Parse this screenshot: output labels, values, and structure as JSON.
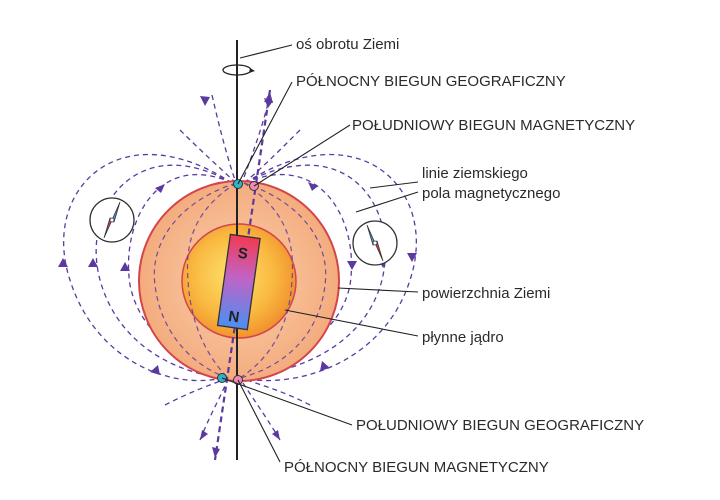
{
  "labels": {
    "rotation_axis": "oś obrotu Ziemi",
    "north_geographic": "PÓŁNOCNY BIEGUN GEOGRAFICZNY",
    "south_magnetic": "POŁUDNIOWY BIEGUN MAGNETYCZNY",
    "field_lines_1": "linie ziemskiego",
    "field_lines_2": "pola magnetycznego",
    "earth_surface": "powierzchnia Ziemi",
    "liquid_core": "płynne jądro",
    "south_geographic": "POŁUDNIOWY BIEGUN GEOGRAFICZNY",
    "north_magnetic": "PÓŁNOCNY BIEGUN MAGNETYCZNY"
  },
  "magnet": {
    "top_letter": "S",
    "bottom_letter": "N"
  },
  "colors": {
    "field_line": "#5b3aa0",
    "earth_outer": "#f6b98a",
    "earth_rim": "#d2454a",
    "core": "#f7a53a",
    "magnet_top": "#e8355a",
    "magnet_bottom": "#4f8ef0",
    "pole_geographic": "#2fb3c6",
    "pole_magnetic": "#f08ab4"
  }
}
